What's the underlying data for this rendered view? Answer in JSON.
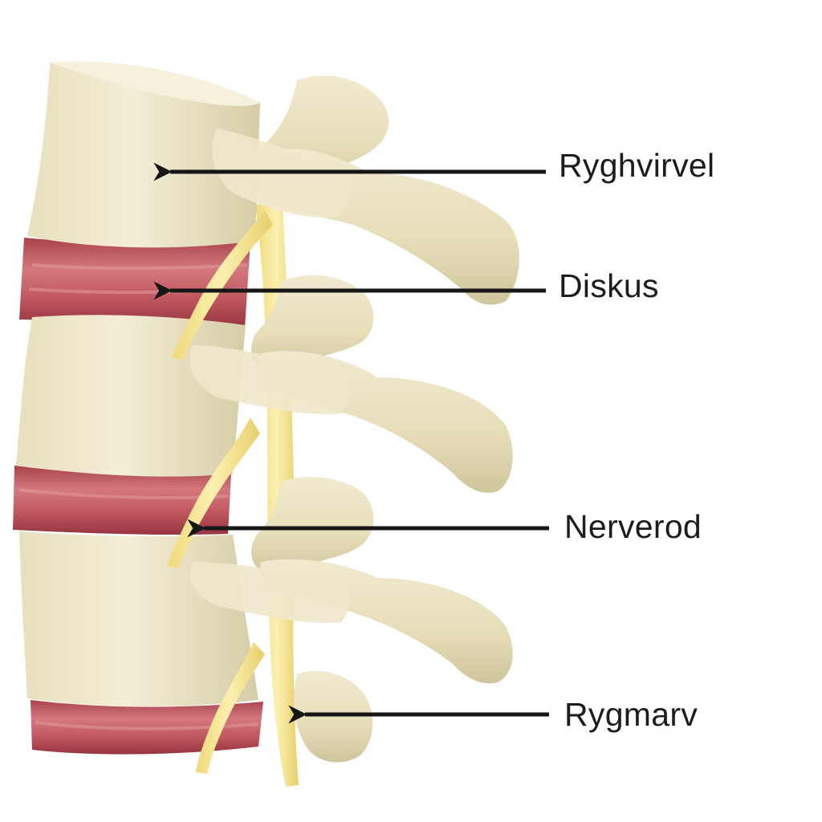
{
  "labels": {
    "vertebra": "Ryghvirvel",
    "disc": "Diskus",
    "nerve_root": "Nerverod",
    "spinal_cord": "Rygmarv"
  },
  "colors": {
    "bone": "#ebe3c2",
    "bone_shadow": "#cfc69f",
    "disc": "#c45c63",
    "disc_dark": "#9e3a44",
    "nerve": "#f5e79a",
    "arrow": "#161616",
    "background": "#ffffff"
  }
}
